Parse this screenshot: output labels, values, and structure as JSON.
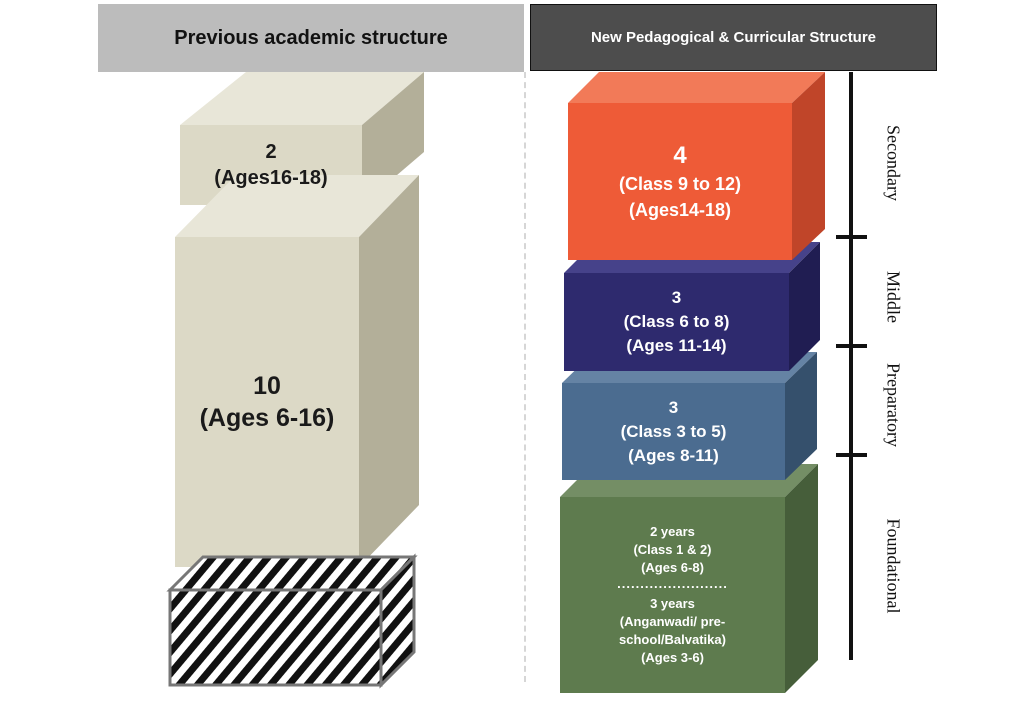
{
  "headers": {
    "previous": "Previous academic structure",
    "new": "New Pedagogical & Curricular  Structure"
  },
  "previous_blocks": [
    {
      "years": "2",
      "ages": "(Ages16-18)"
    },
    {
      "years": "10",
      "ages": "(Ages 6-16)"
    }
  ],
  "new_blocks": {
    "secondary": {
      "years": "4",
      "classes": "(Class 9 to 12)",
      "ages": "(Ages14-18)"
    },
    "middle": {
      "years": "3",
      "classes": "(Class 6 to 8)",
      "ages": "(Ages 11-14)"
    },
    "preparatory": {
      "years": "3",
      "classes": "(Class 3 to 5)",
      "ages": "(Ages 8-11)"
    },
    "foundational": {
      "part1_years": "2 years",
      "part1_classes": "(Class 1 & 2)",
      "part1_ages": "(Ages 6-8)",
      "separator": "........................",
      "part2_years": "3 years",
      "part2_line1": "(Anganwadi/ pre-",
      "part2_line2": "school/Balvatika)",
      "part2_ages": "(Ages 3-6)"
    }
  },
  "stage_labels": {
    "secondary": "Secondary",
    "middle": "Middle",
    "preparatory": "Preparatory",
    "foundational": "Foundational"
  },
  "colors": {
    "beige": "#dcd9c6",
    "secondary": "#ee5b37",
    "middle": "#2e2a6e",
    "preparatory": "#4b6c90",
    "foundational": "#5e7b4e"
  }
}
